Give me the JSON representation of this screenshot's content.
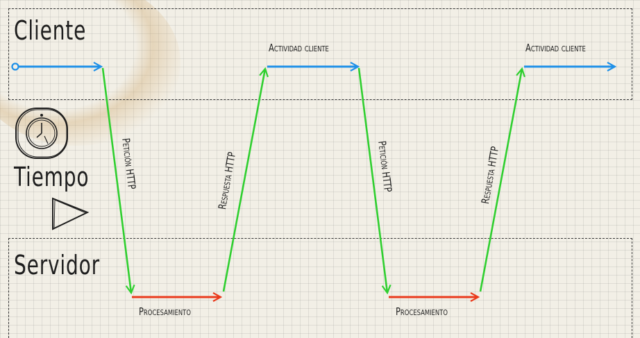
{
  "lanes": {
    "client": "Cliente",
    "time": "Tiempo",
    "server": "Servidor"
  },
  "steps": {
    "client_activity_1": "Actividad cliente",
    "client_activity_2": "Actividad cliente",
    "request_1": "Petición HTTP",
    "response_1": "Respuesta HTTP",
    "request_2": "Petición HTTP",
    "response_2": "Respuesta HTTP",
    "processing_1": "Procesamiento",
    "processing_2": "Procesamiento"
  },
  "colors": {
    "client_arrow": "#1e90e8",
    "http_arrow": "#2fcf2f",
    "server_arrow": "#ea3a1c",
    "ink": "#1e1e1e"
  },
  "icons": [
    "clock-icon",
    "play-icon"
  ]
}
